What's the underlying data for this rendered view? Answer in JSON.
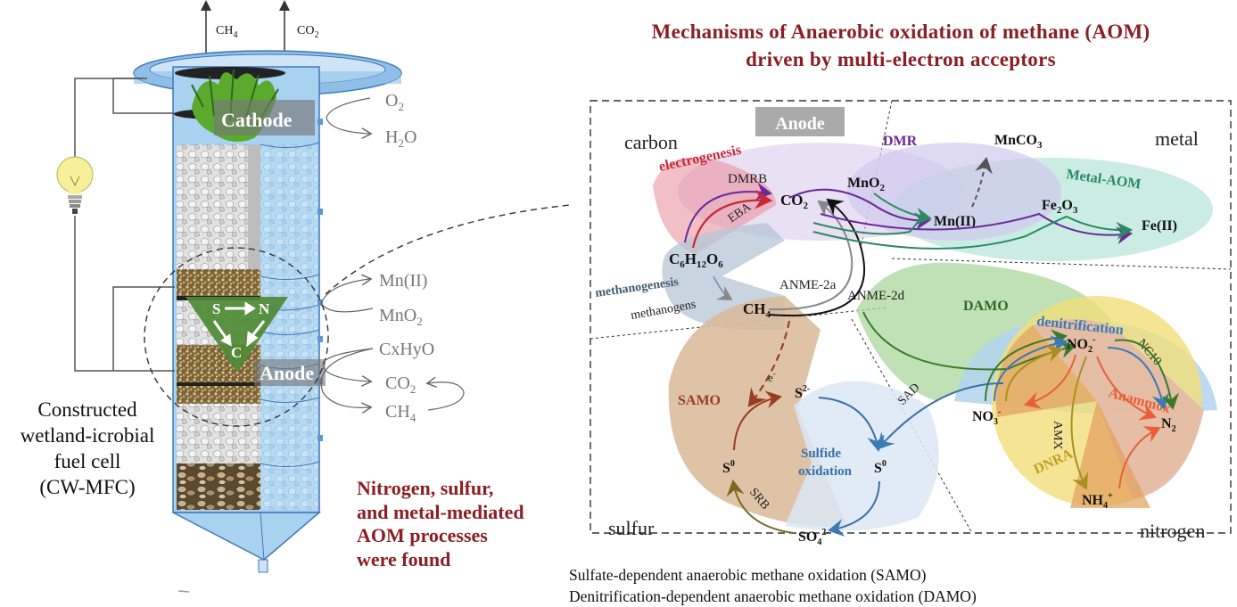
{
  "title": {
    "line1": "Mechanisms of Anaerobic oxidation of methane (AOM)",
    "line2": "driven by multi-electron acceptors"
  },
  "reactor": {
    "gas_out": [
      {
        "base": "CH",
        "sub": "4"
      },
      {
        "base": "CO",
        "sub": "2"
      }
    ],
    "cathode_label": "Cathode",
    "anode_label": "Anode",
    "cathode_io": [
      {
        "base": "O",
        "sub": "2"
      },
      {
        "base": "H",
        "sub": "2",
        "tail": "O"
      }
    ],
    "anode_io": [
      {
        "base": "Mn(II)",
        "sub": ""
      },
      {
        "base": "MnO",
        "sub": "2"
      },
      {
        "label": "CxHyO"
      },
      {
        "base": "CO",
        "sub": "2"
      },
      {
        "base": "CH",
        "sub": "4"
      }
    ],
    "cxhyo": {
      "c": "C",
      "x": "x",
      "h": "H",
      "y": "y",
      "o": "O"
    },
    "triangle": {
      "s": "S",
      "n": "N",
      "c": "C"
    },
    "name_lines": [
      "Constructed",
      "wetland-icrobial",
      "fuel cell",
      "(CW-MFC)"
    ],
    "colors": {
      "water": "#a9d1f0",
      "rim": "#5b97d6",
      "triangle": "#4e8a35",
      "plant": "#4a9a2a"
    }
  },
  "finding_lines": [
    "Nitrogen, sulfur,",
    "and metal-mediated",
    "AOM processes",
    "were found"
  ],
  "mechanism": {
    "anode_badge": "Anode",
    "quadrants": {
      "carbon": "carbon",
      "metal": "metal",
      "sulfur": "sulfur",
      "nitrogen": "nitrogen"
    },
    "carbon": {
      "electrogenesis": "electrogenesis",
      "methanogenesis": "methanogenesis",
      "methanogens": "methanogens",
      "eba": "EBA",
      "dmrb": "DMRB",
      "glucose": {
        "c": "C",
        "c_n": "6",
        "h": "H",
        "h_n": "12",
        "o": "O",
        "o_n": "6"
      },
      "co2": {
        "base": "CO",
        "sub": "2"
      },
      "ch4": {
        "base": "CH",
        "sub": "4"
      },
      "anme2a": "ANME-2a",
      "anme2d": "ANME-2d"
    },
    "metal": {
      "dmr": "DMR",
      "metal_aom": "Metal-AOM",
      "mnco3": {
        "base": "MnCO",
        "sub": "3"
      },
      "mno2": {
        "base": "MnO",
        "sub": "2"
      },
      "mn2": "Mn(II)",
      "fe2o3": {
        "a": "Fe",
        "a_n": "2",
        "b": "O",
        "b_n": "3"
      },
      "fe2": "Fe(II)"
    },
    "sulfur": {
      "samo": "SAMO",
      "e_minus": {
        "base": "e",
        "sup": "-"
      },
      "s2": {
        "base": "S",
        "sup": "2-"
      },
      "s0_left": {
        "base": "S",
        "sup": "0"
      },
      "s0_right": {
        "base": "S",
        "sup": "0"
      },
      "so4": {
        "base": "SO",
        "sub": "4",
        "sup": "2-"
      },
      "srb": "SRB",
      "sad": "SAD",
      "sulfide_ox": [
        "Sulfide",
        "oxidation"
      ]
    },
    "nitrogen": {
      "damo": "DAMO",
      "denitrification": "denitrification",
      "nc10": "NC10",
      "anammox": "Anammox",
      "amx": "AMX",
      "dnra": "DNRA",
      "no2": {
        "base": "NO",
        "sub": "2",
        "sup": "-"
      },
      "no3": {
        "base": "NO",
        "sub": "3",
        "sup": "-"
      },
      "n2": {
        "base": "N",
        "sub": "2"
      },
      "nh4": {
        "base": "NH",
        "sub": "4",
        "sup": "+"
      }
    },
    "colors": {
      "electrogenesis": "#c8283a",
      "methanogenesis": "#3f5a6e",
      "dmr": "#6a2a9a",
      "metal_aom": "#2b8a62",
      "samo": "#9a3e22",
      "sulfide": "#3a6fa8",
      "damo": "#2f6a2a",
      "denitrification": "#3b7ab8",
      "anammox": "#e8603a",
      "dnra": "#c0a020"
    }
  },
  "captions": [
    "Sulfate-dependent anaerobic methane oxidation (SAMO)",
    "Denitrification-dependent anaerobic methane oxidation (DAMO)"
  ]
}
